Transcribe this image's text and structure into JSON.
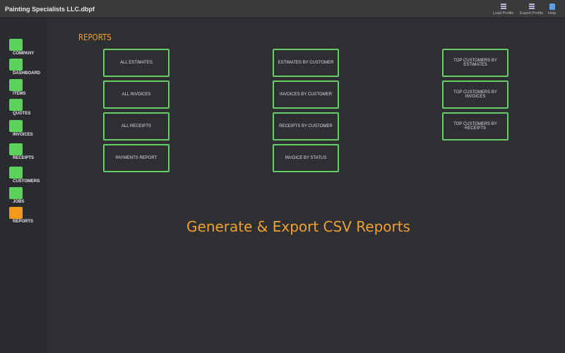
{
  "window": {
    "title": "Painting Specialists LLC.dbpf"
  },
  "toolbar": {
    "load": "Load Profile",
    "export": "Export Profile",
    "help": "Help"
  },
  "sidebar": {
    "items": [
      {
        "label": "COMPANY",
        "icon": "building-icon"
      },
      {
        "label": "DASHBOARD",
        "icon": "speedometer-icon"
      },
      {
        "label": "ITEMS",
        "icon": "numbered-list-icon"
      },
      {
        "label": "QUOTES",
        "icon": "calculator-document-icon"
      },
      {
        "label": "INVOICES",
        "icon": "invoice-icon"
      },
      {
        "label": "RECEIPTS",
        "icon": "receipt-dollar-icon"
      },
      {
        "label": "CUSTOMERS",
        "icon": "customer-folder-icon"
      },
      {
        "label": "JOBS",
        "icon": "jobs-list-icon"
      },
      {
        "label": "REPORTS",
        "icon": "report-icon",
        "active": true
      }
    ]
  },
  "main": {
    "heading": "REPORTS",
    "columns": [
      [
        "ALL ESTIMATES",
        "ALL INVOICES",
        "ALL RECEIPTS",
        "PAYMENTS REPORT"
      ],
      [
        "ESTIMATES BY CUSTOMER",
        "INVOICES BY CUSTOMER",
        "RECEIPTS BY CUSTOMER",
        "INVOICE BY STATUS"
      ],
      [
        "TOP CUSTOMERS BY ESTIMATES",
        "TOP CUSTOMERS BY INVOICES",
        "TOP CUSTOMERS BY RECEIPTS"
      ]
    ],
    "tagline": "Generate & Export CSV Reports"
  },
  "colors": {
    "accent": "#f0a030",
    "green": "#5bd35b"
  }
}
